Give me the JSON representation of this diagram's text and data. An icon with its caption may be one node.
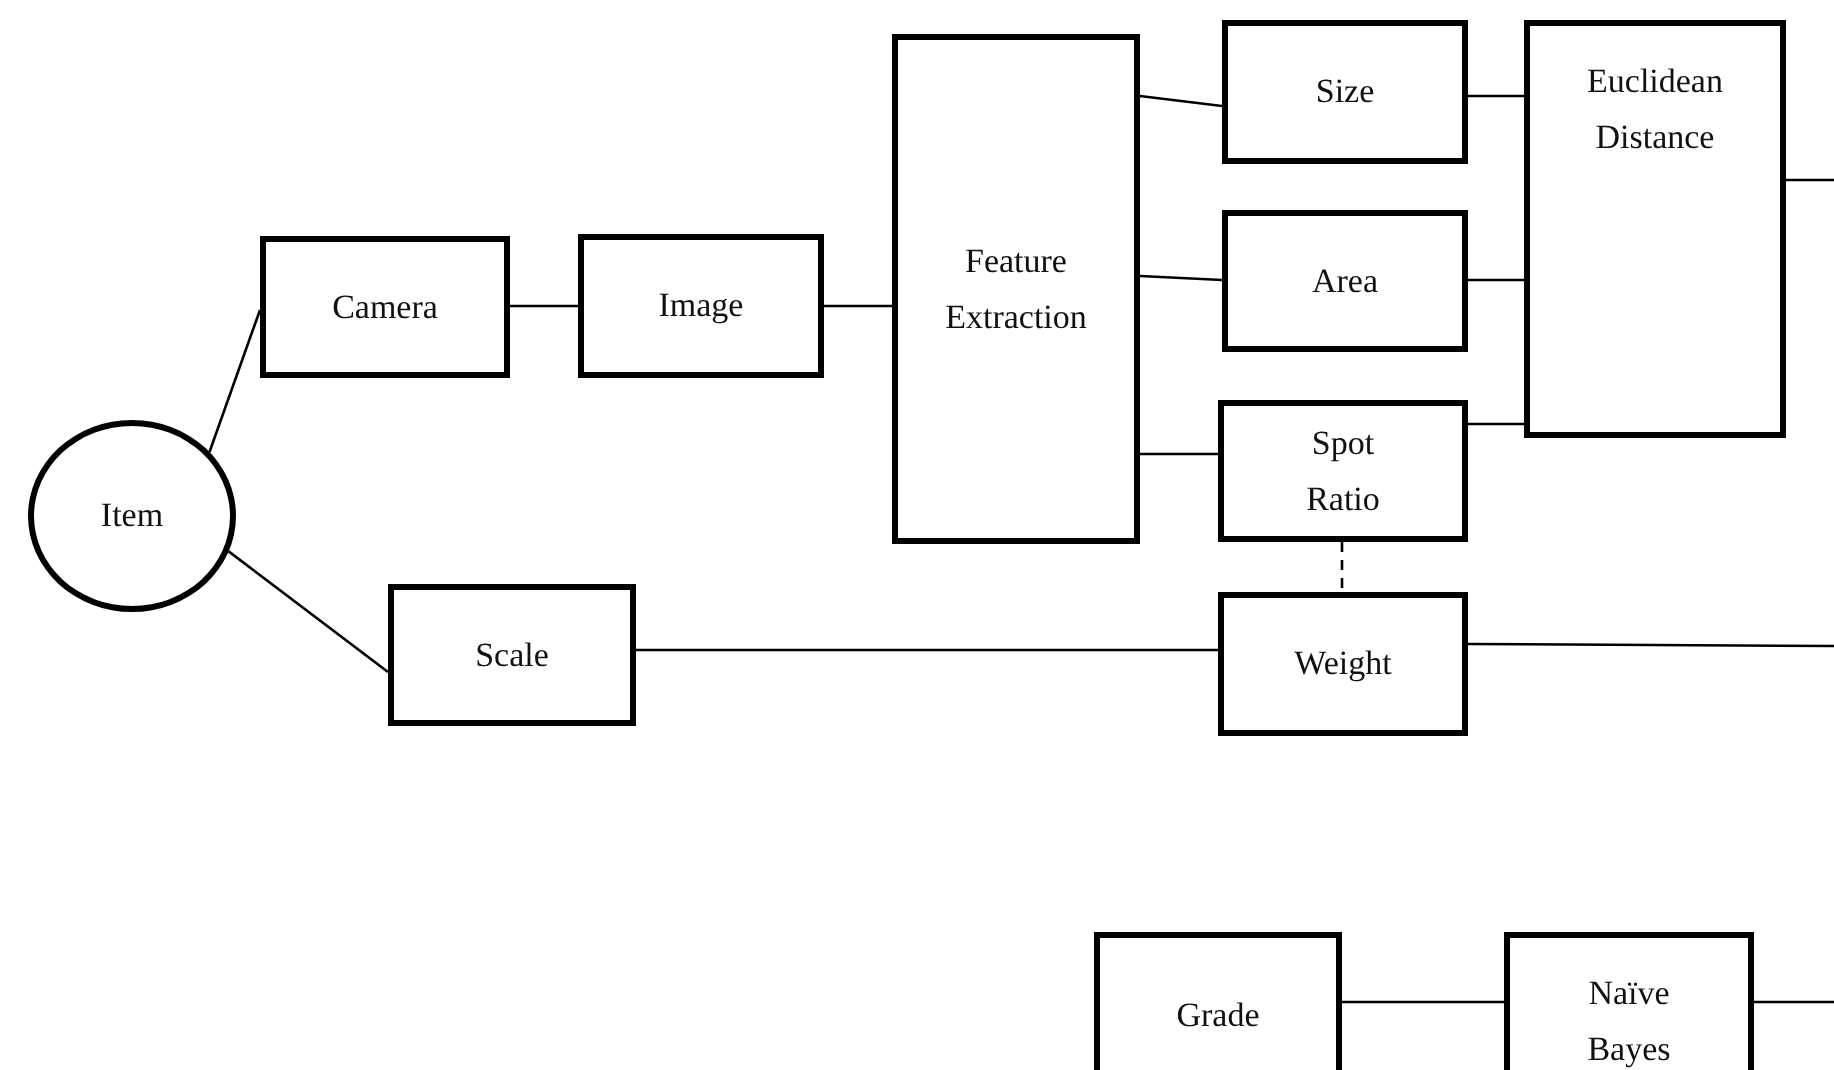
{
  "diagram": {
    "nodes": [
      {
        "text": [
          "Item"
        ]
      },
      {
        "text": [
          "Camera"
        ]
      },
      {
        "text": [
          "Image"
        ]
      },
      {
        "text": [
          "Feature Extraction"
        ]
      },
      {
        "text": [
          "Size"
        ]
      },
      {
        "text": [
          "Area"
        ]
      },
      {
        "text": [
          "Spot Ratio"
        ]
      },
      {
        "text": [
          "Euclidean Distance"
        ]
      },
      {
        "text": [
          "Scale"
        ]
      },
      {
        "text": [
          "Weight"
        ]
      },
      {
        "text": [
          "Grade"
        ]
      },
      {
        "text": [
          "Naïve Bayes"
        ]
      }
    ],
    "edges": [
      {
        "from": 0,
        "to": 1,
        "arrow": "none"
      },
      {
        "from": 1,
        "to": 2,
        "arrow": "none"
      },
      {
        "from": 2,
        "to": 3,
        "arrow": "none"
      },
      {
        "from": 3,
        "to": 4,
        "arrow": "none"
      },
      {
        "from": 3,
        "to": 5,
        "arrow": "none"
      },
      {
        "from": 3,
        "to": 6,
        "arrow": "none"
      },
      {
        "from": 4,
        "to": 7,
        "arrow": "none"
      },
      {
        "from": 5,
        "to": 7,
        "arrow": "none"
      },
      {
        "from": 6,
        "to": 7,
        "arrow": "none"
      },
      {
        "from": 0,
        "to": 8,
        "arrow": "none"
      },
      {
        "from": 8,
        "to": 9,
        "arrow": "none"
      },
      {
        "from": 6,
        "to": 9,
        "arrow": "none",
        "style": "dashed"
      },
      {
        "from": 10,
        "to": 11,
        "arrow": "none"
      },
      {
        "from": 7,
        "to": null,
        "arrow": "none"
      },
      {
        "from": 9,
        "to": null,
        "arrow": "none"
      },
      {
        "from": 11,
        "to": null,
        "arrow": "none"
      }
    ]
  }
}
